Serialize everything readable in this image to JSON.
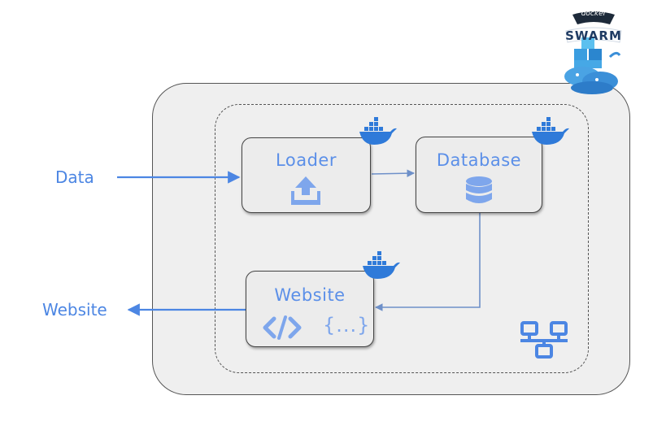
{
  "external": {
    "input_label": "Data",
    "output_label": "Website"
  },
  "services": {
    "loader": {
      "title": "Loader",
      "icon": "upload-icon"
    },
    "database": {
      "title": "Database",
      "icon": "database-icon"
    },
    "website": {
      "title": "Website",
      "icons": [
        "code-icon",
        "json-braces-icon"
      ],
      "braces_text": "{...}"
    }
  },
  "logo": {
    "top_text": "docker",
    "bottom_text": "SWARM"
  },
  "colors": {
    "accent_blue": "#4c86e3",
    "icon_blue": "#7ea6ec",
    "docker_blue": "#2f7ad9",
    "panel_gray": "#efefef"
  }
}
